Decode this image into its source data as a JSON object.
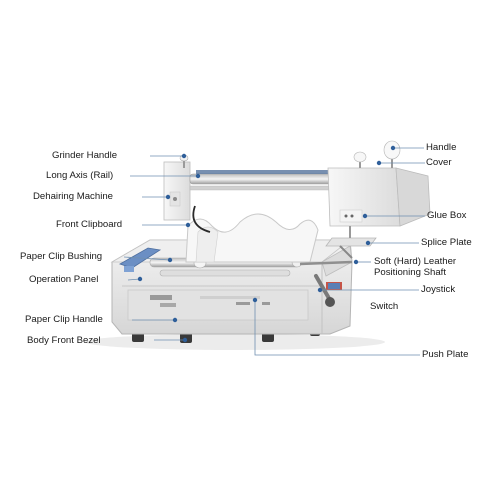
{
  "labels": {
    "grinder_handle": "Grinder Handle",
    "long_axis": "Long Axis (Rail)",
    "dehairing_machine": "Dehairing Machine",
    "front_clipboard": "Front Clipboard",
    "paper_clip_bushing": "Paper Clip Bushing",
    "operation_panel": "Operation Panel",
    "paper_clip_handle": "Paper Clip Handle",
    "body_front_bezel": "Body Front Bezel",
    "handle": "Handle",
    "cover": "Cover",
    "glue_box": "Glue Box",
    "splice_plate": "Splice Plate",
    "soft_leather_line1": "Soft (Hard) Leather",
    "soft_leather_line2": "Positioning Shaft",
    "joystick": "Joystick",
    "switch": "Switch",
    "push_plate": "Push Plate"
  },
  "colors": {
    "machine_body": "#e9e9e9",
    "machine_shadow": "#c8c8c8",
    "leader_line": "#6f8fb0",
    "marker_dot": "#2f5f9a",
    "panel_blue": "#5b7fb5",
    "knob": "#f2f2f2"
  }
}
